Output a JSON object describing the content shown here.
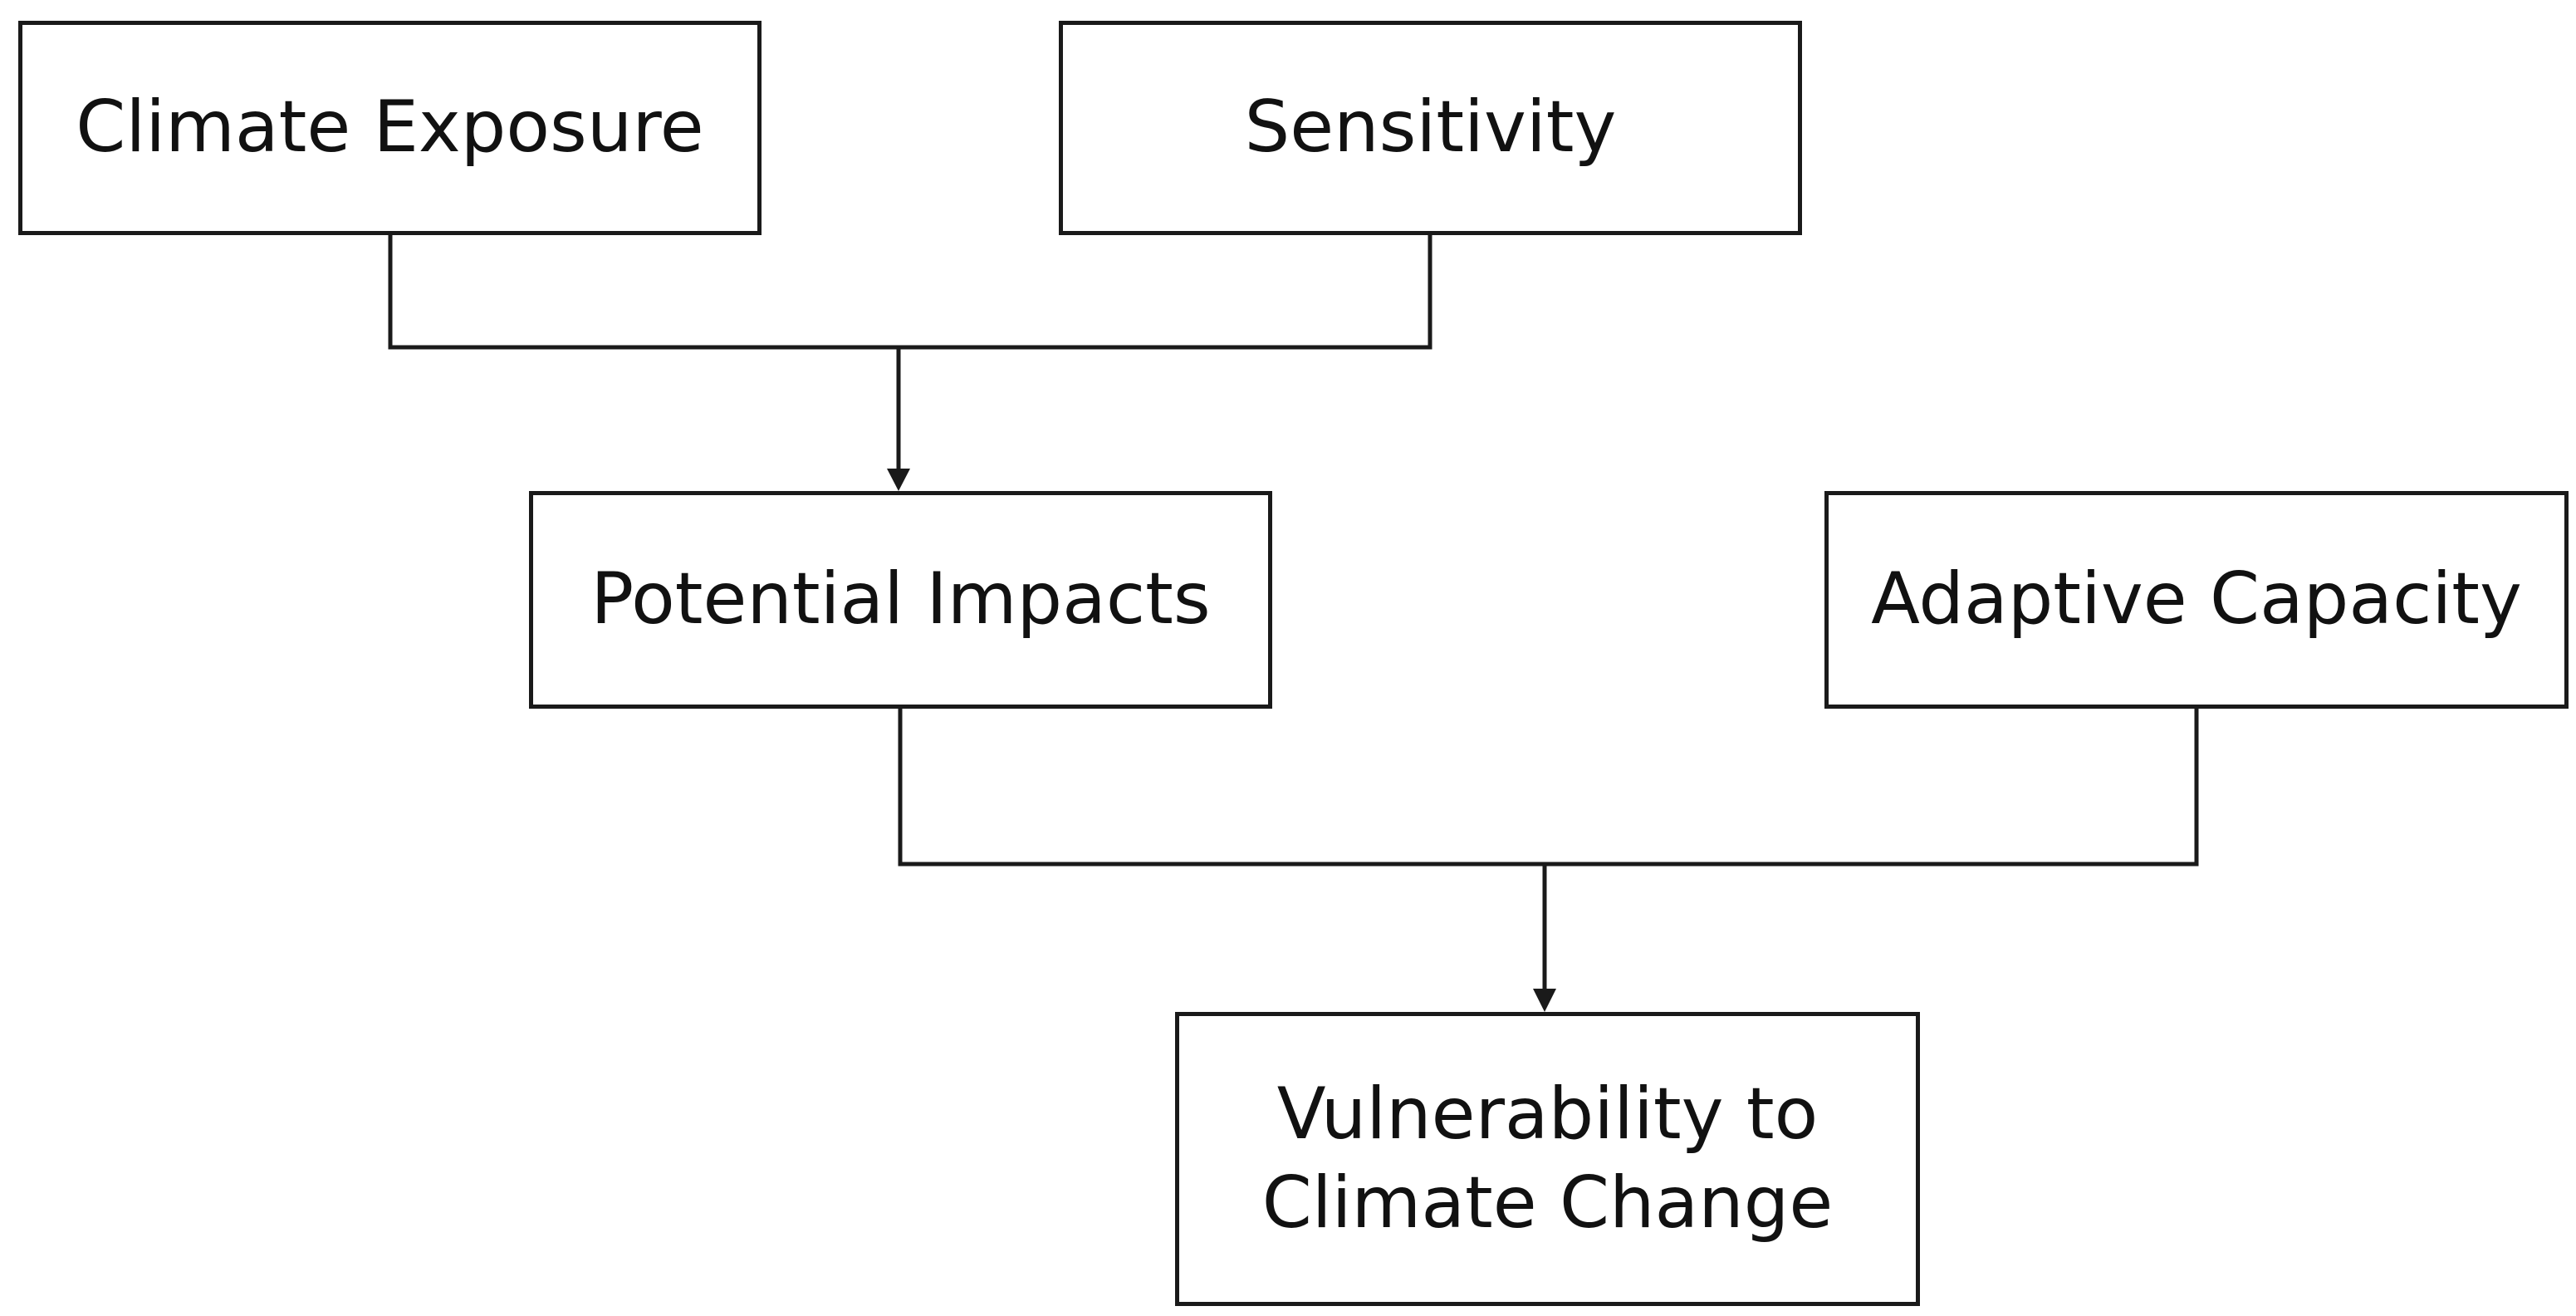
{
  "diagram": {
    "nodes": [
      {
        "id": "climate_exposure",
        "label": "Climate Exposure"
      },
      {
        "id": "sensitivity",
        "label": "Sensitivity"
      },
      {
        "id": "potential_impacts",
        "label": "Potential Impacts"
      },
      {
        "id": "adaptive_capacity",
        "label": "Adaptive Capacity"
      },
      {
        "id": "vulnerability",
        "label": "Vulnerability to Climate Change",
        "lines": [
          "Vulnerability to",
          "Climate Change"
        ]
      }
    ],
    "edges": [
      {
        "from": [
          "climate_exposure",
          "sensitivity"
        ],
        "to": "potential_impacts"
      },
      {
        "from": [
          "potential_impacts",
          "adaptive_capacity"
        ],
        "to": "vulnerability"
      }
    ],
    "colors": {
      "stroke": "#1a1a1a",
      "text": "#111111",
      "background": "#ffffff"
    }
  }
}
